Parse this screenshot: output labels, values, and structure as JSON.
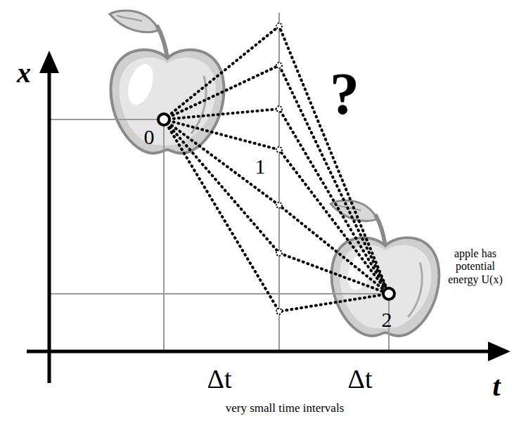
{
  "diagram": {
    "labels": [
      "x",
      "?",
      "0",
      "apple has potential energy U(x)",
      "1",
      "2",
      "Δt",
      "Δt",
      "t",
      "very small time intervals"
    ]
  }
}
